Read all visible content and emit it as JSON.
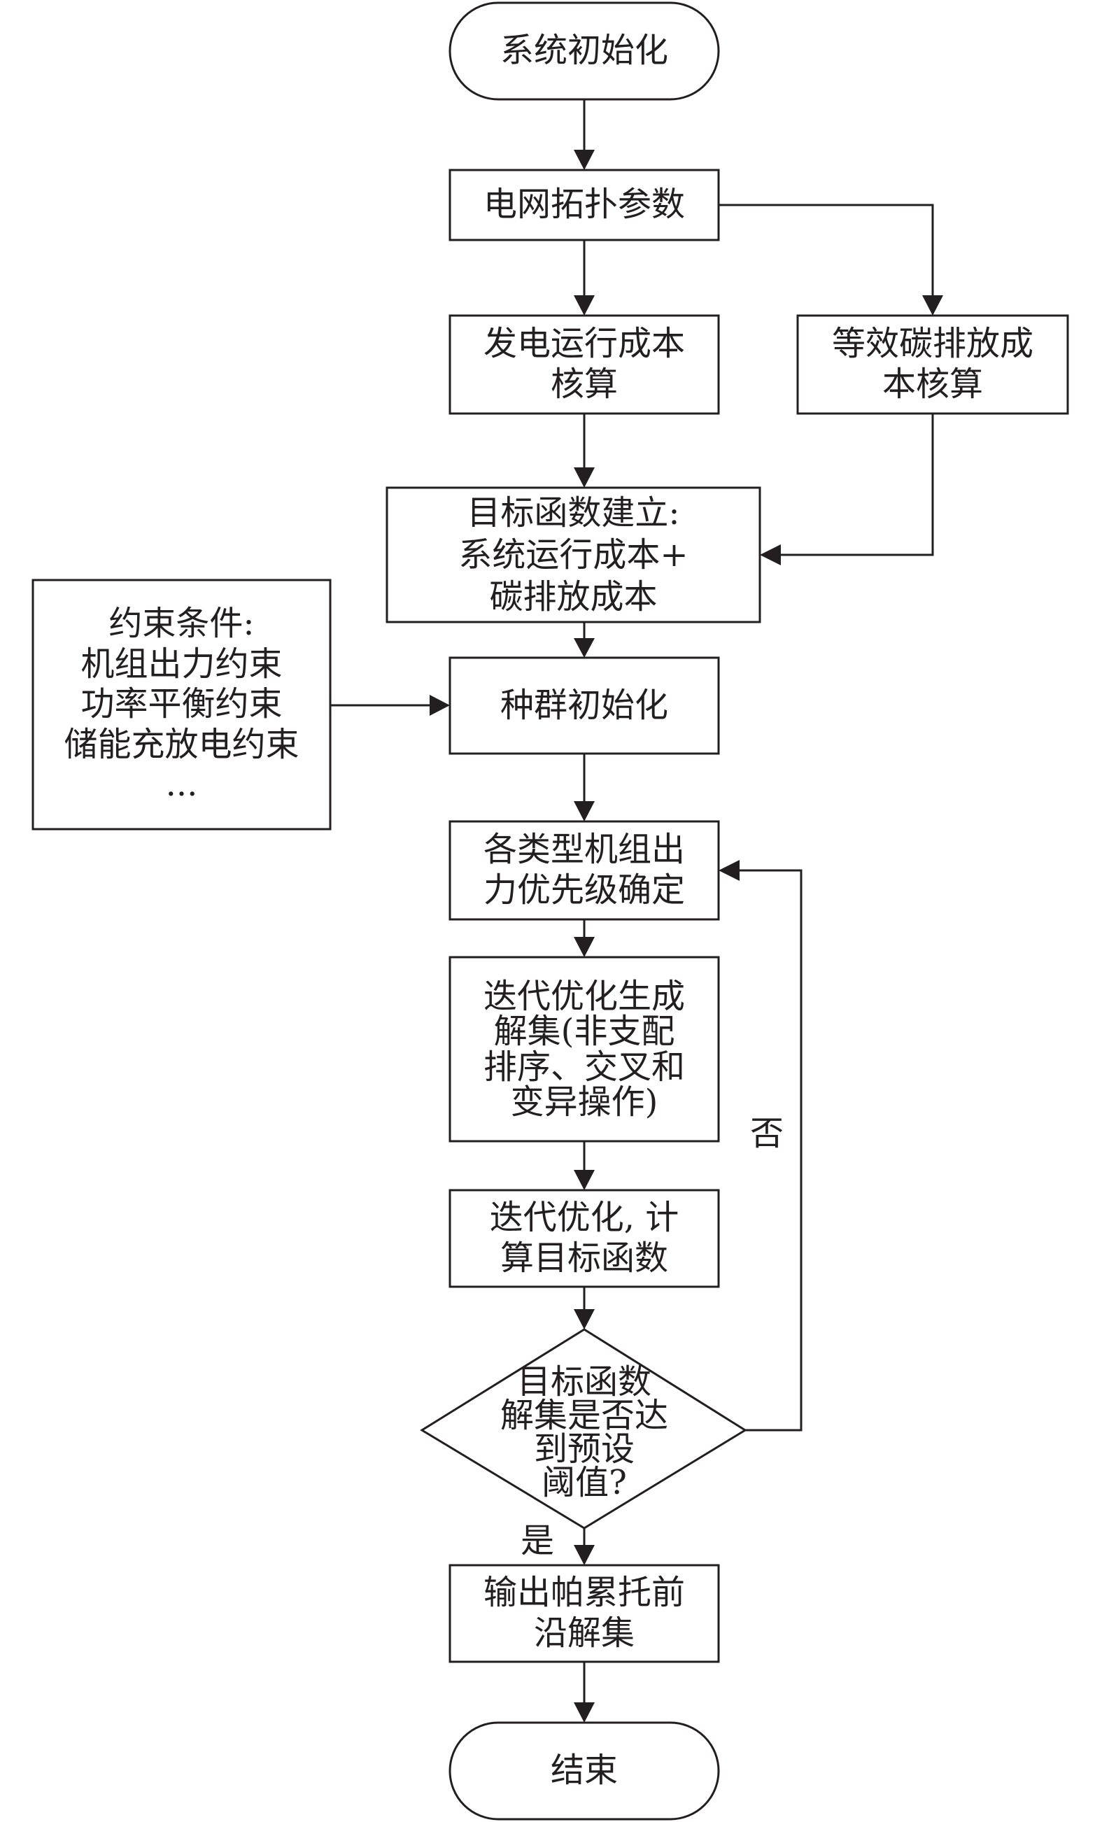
{
  "nodes": {
    "start": "系统初始化",
    "grid_params": "电网拓扑参数",
    "gen_cost": [
      "发电运行成本",
      "核算"
    ],
    "carbon_cost": [
      "等效碳排放成",
      "本核算"
    ],
    "objective": [
      "目标函数建立:",
      "系统运行成本+",
      "碳排放成本"
    ],
    "constraints": [
      "约束条件:",
      "机组出力约束",
      "功率平衡约束",
      "储能充放电约束",
      "..."
    ],
    "population_init": "种群初始化",
    "priority": [
      "各类型机组出",
      "力优先级确定"
    ],
    "iterate_generate": [
      "迭代优化生成",
      "解集(非支配",
      "排序、交叉和",
      "变异操作)"
    ],
    "iterate_compute": [
      "迭代优化, 计",
      "算目标函数"
    ],
    "decision": [
      "目标函数",
      "解集是否达",
      "到预设",
      "阈值?"
    ],
    "output": [
      "输出帕累托前",
      "沿解集"
    ],
    "end": "结束"
  },
  "edge_labels": {
    "no": "否",
    "yes": "是"
  },
  "colors": {
    "stroke": "#231f20",
    "fill": "#ffffff"
  }
}
